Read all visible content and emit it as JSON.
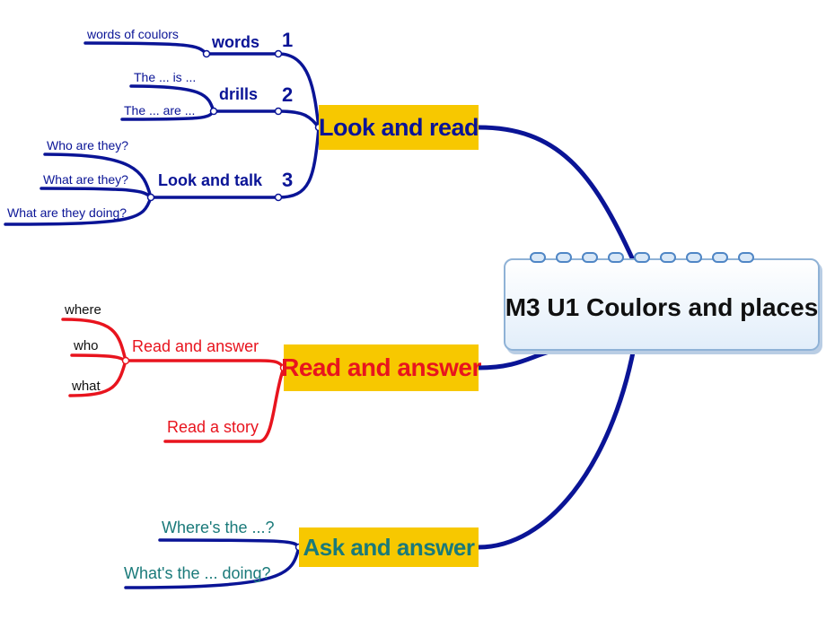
{
  "central": {
    "title": "M3 U1 Coulors and places"
  },
  "colors": {
    "blue": "#0a1496",
    "red": "#e8141e",
    "teal": "#1a7a7a",
    "box": "#f7c800"
  },
  "branches": {
    "look_read": {
      "label": "Look and read",
      "subs": [
        {
          "label": "words",
          "number": "1",
          "leaves": [
            "words of coulors"
          ]
        },
        {
          "label": "drills",
          "number": "2",
          "leaves": [
            "The ... is ...",
            "The ... are ..."
          ]
        },
        {
          "label": "Look and talk",
          "number": "3",
          "leaves": [
            "Who are they?",
            "What are they?",
            "What are they doing?"
          ]
        }
      ]
    },
    "read_answer": {
      "label": "Read and answer",
      "subs": [
        {
          "label": "Read and answer",
          "leaves": [
            "where",
            "who",
            "what"
          ]
        },
        {
          "label": "Read a story",
          "leaves": []
        }
      ]
    },
    "ask_answer": {
      "label": "Ask and answer",
      "leaves": [
        "Where's the ...?",
        "What's the ... doing?"
      ]
    }
  }
}
